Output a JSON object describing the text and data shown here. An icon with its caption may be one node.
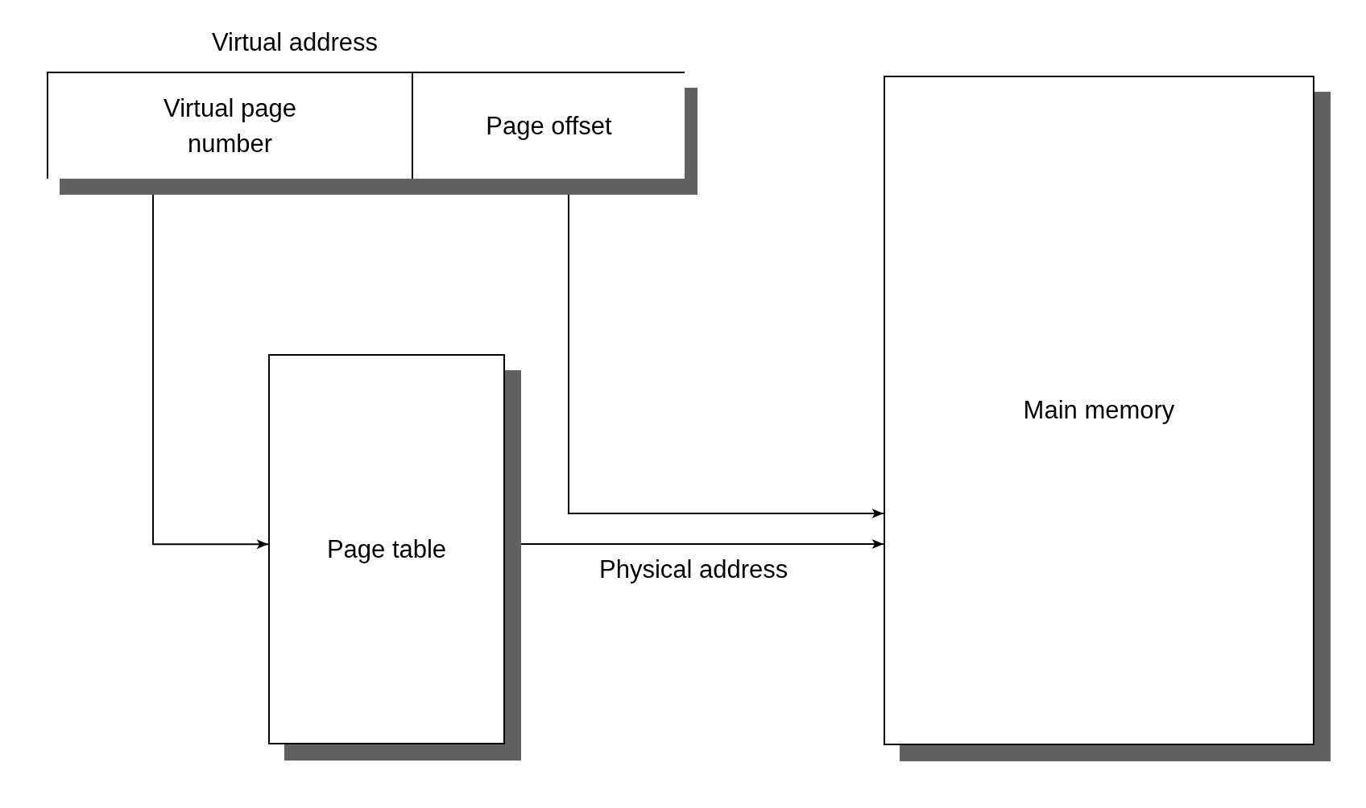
{
  "diagram": {
    "nodes": [
      {
        "text": [
          "Virtual address"
        ]
      },
      {
        "text": [
          "Virtual page number"
        ],
        "in": 0
      },
      {
        "text": [
          "Page offset"
        ],
        "in": 0
      },
      {
        "text": [
          "Page table"
        ]
      },
      {
        "text": [
          "Main memory"
        ]
      }
    ],
    "edges": [
      {
        "from": 1,
        "to": 3,
        "arrow": "to"
      },
      {
        "from": 2,
        "to": 4,
        "arrow": "to"
      },
      {
        "from": 3,
        "to": 4,
        "arrow": "to",
        "label": "Physical address"
      }
    ]
  }
}
